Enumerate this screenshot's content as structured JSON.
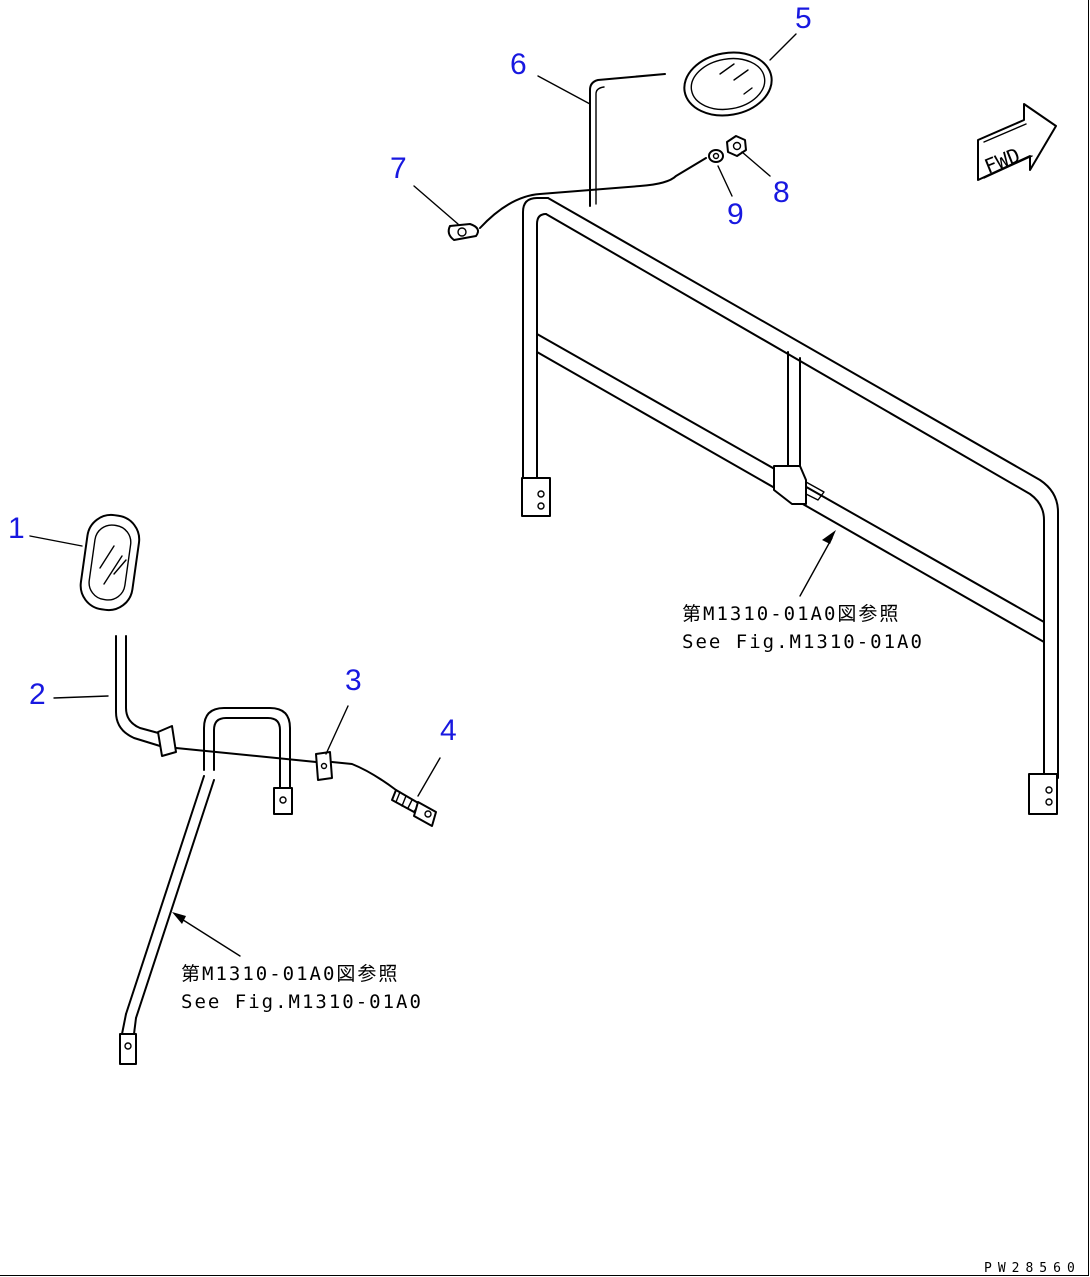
{
  "callouts": [
    {
      "num": "1"
    },
    {
      "num": "2"
    },
    {
      "num": "3"
    },
    {
      "num": "4"
    },
    {
      "num": "5"
    },
    {
      "num": "6"
    },
    {
      "num": "7"
    },
    {
      "num": "8"
    },
    {
      "num": "9"
    }
  ],
  "notes": {
    "right": {
      "line1": "第M1310-01A0図参照",
      "line2": "See Fig.M1310-01A0"
    },
    "left": {
      "line1": "第M1310-01A0図参照",
      "line2": "See Fig.M1310-01A0"
    }
  },
  "fwd_label": "FWD",
  "drawing_ref": "PW28560",
  "colors": {
    "callout": "#1818e0",
    "line": "#000000"
  }
}
